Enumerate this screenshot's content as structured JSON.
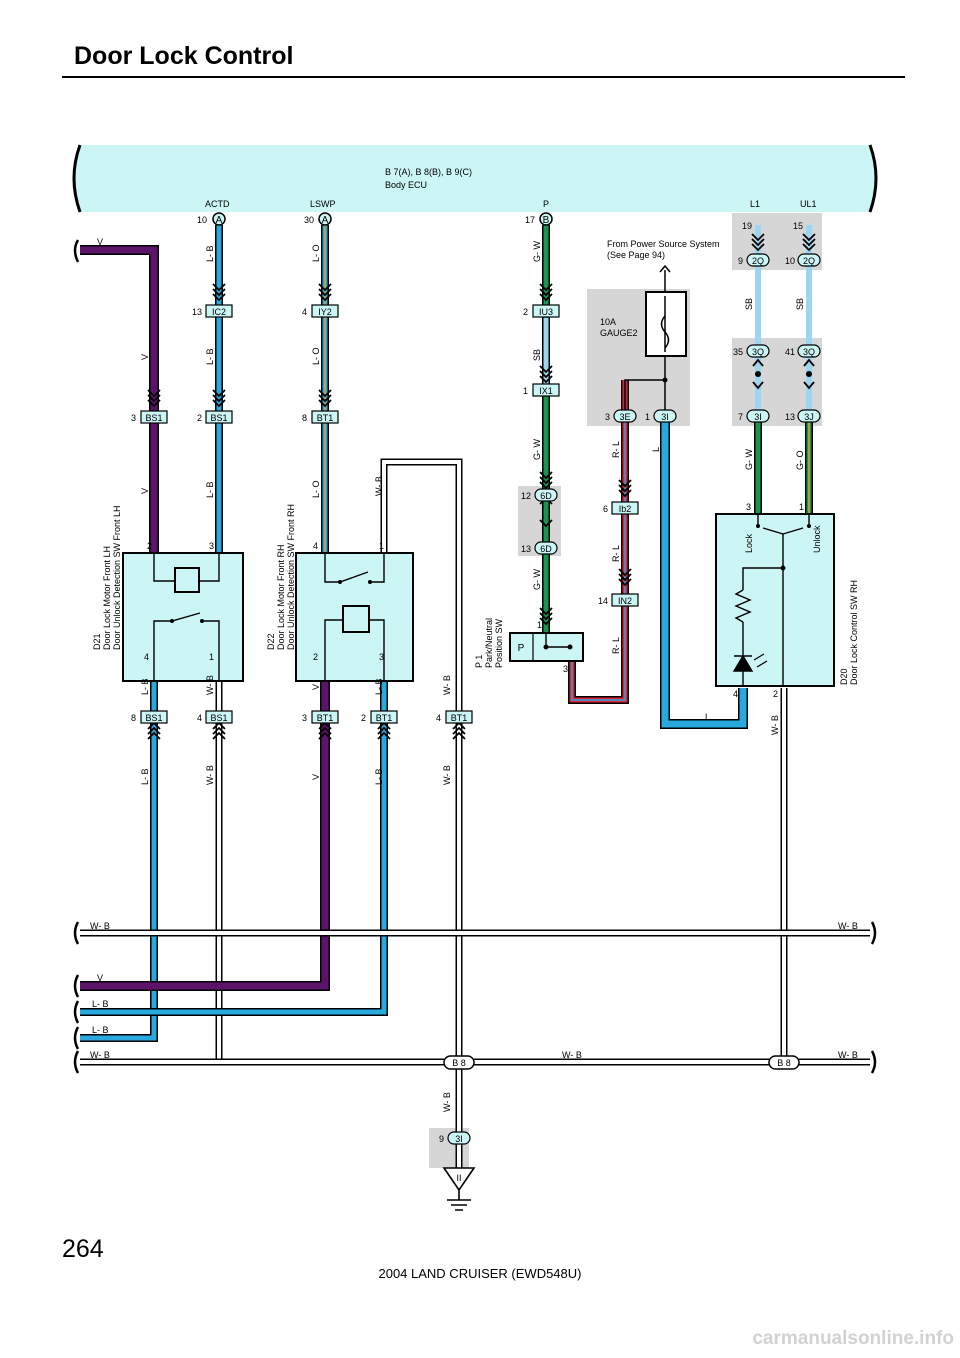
{
  "header": {
    "title": "Door Lock Control"
  },
  "footer": {
    "page": "264",
    "model": "2004 LAND CRUISER (EWD548U)",
    "watermark": "carmanualsonline.info"
  },
  "colors": {
    "V": "#5b1469",
    "LB": "#29a8dc",
    "LO": "#d8a13a",
    "GW": "#1a9550",
    "SB": "#9ed6f0",
    "RL": "#d7263d",
    "WB": "#ffffff",
    "L": "#29a8dc",
    "ecu": "#ccf5f5"
  },
  "ecu": {
    "ref": "B 7(A), B 8(B), B 9(C)",
    "name": "Body ECU",
    "terminals": [
      "ACTD",
      "LSWP",
      "P",
      "L1",
      "UL1"
    ]
  },
  "wires": {
    "V": "V",
    "LB": "L- B",
    "LO": "L- O",
    "GW": "G- W",
    "SB": "SB",
    "RL": "R- L",
    "WB": "W- B",
    "L": "L",
    "GO": "G- O"
  },
  "pins": {
    "p10": "10",
    "p30": "30",
    "p17": "17",
    "p19": "19",
    "p15": "15",
    "p9": "9",
    "p13": "13",
    "p4": "4",
    "p2": "2",
    "p1": "1",
    "p3": "3",
    "p8": "8",
    "p12": "12",
    "p6": "6",
    "p14": "14",
    "p35": "35",
    "p41": "41",
    "p7": "7"
  },
  "connectors": {
    "A": "A",
    "B": "B",
    "IC2": "IC2",
    "IY2": "IY2",
    "IU3": "IU3",
    "IX1": "IX1",
    "BS1": "BS1",
    "BT1": "BT1",
    "6D": "6D",
    "3E": "3E",
    "3I": "3I",
    "Ib2": "Ib2",
    "IN2": "IN2",
    "2Q": "2Q",
    "3Q": "3Q",
    "3J": "3J"
  },
  "components": {
    "d21": {
      "ref": "D21",
      "l1": "Door Lock Motor Front LH",
      "l2": "Door Unlock Detection SW Front LH"
    },
    "d22": {
      "ref": "D22",
      "l1": "Door Lock Motor Front RH",
      "l2": "Door Unlock Detection SW Front RH"
    },
    "p1": {
      "ref": "P 1",
      "l1": "Park/Neutral",
      "l2": "Position SW",
      "pos": "P"
    },
    "d20": {
      "ref": "D20",
      "l1": "Door Lock Control SW RH",
      "lock": "Lock",
      "unlock": "Unlock"
    },
    "fuse": {
      "rating": "10A",
      "name": "GAUGE2"
    },
    "power": {
      "l1": "From Power Source System",
      "l2": "(See Page 94)"
    }
  },
  "grounds": {
    "b8": "B 8",
    "ii": "II"
  }
}
